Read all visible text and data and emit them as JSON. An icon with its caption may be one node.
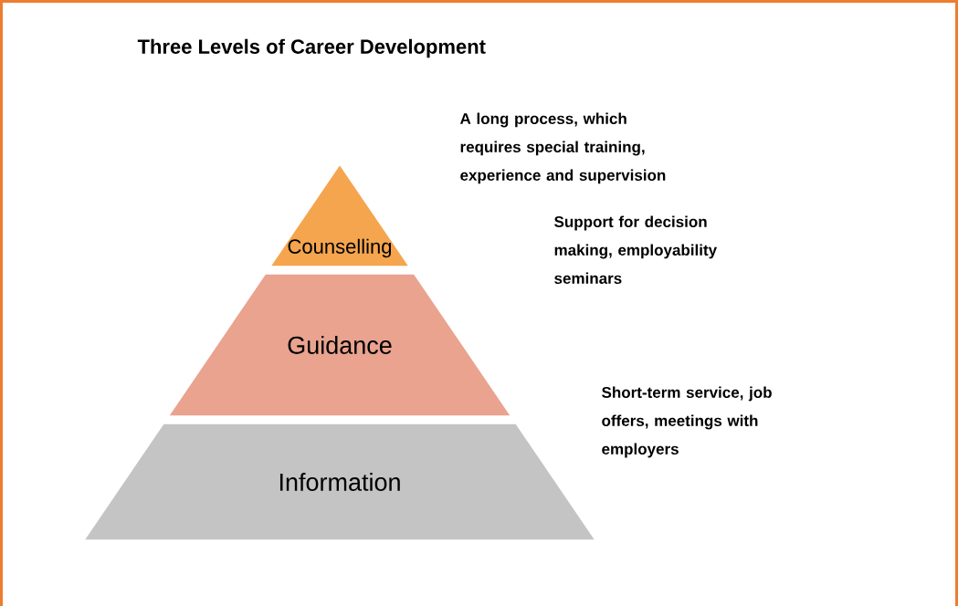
{
  "diagram": {
    "title": "Three Levels of Career Development",
    "nodes": [
      {
        "text": [
          "Counselling"
        ],
        "beside": [
          "A long process, which requires special training, experience and supervision"
        ]
      },
      {
        "text": [
          "Guidance"
        ],
        "beside": [
          "Support for decision making, employability seminars"
        ]
      },
      {
        "text": [
          "Information"
        ],
        "beside": [
          "Short-term service, job offers, meetings with employers"
        ]
      }
    ]
  }
}
